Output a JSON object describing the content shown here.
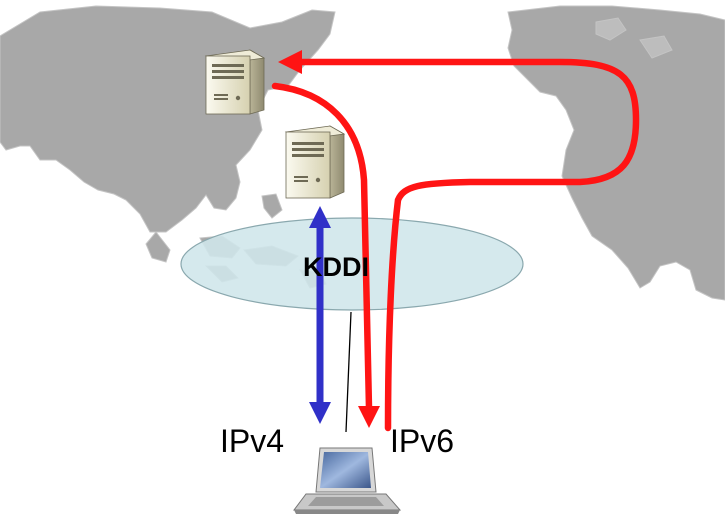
{
  "network": {
    "name": "KDDI"
  },
  "labels": {
    "left": "IPv4",
    "right": "IPv6"
  },
  "icons": {
    "server_top": "server-icon",
    "server_lower": "server-icon",
    "laptop": "laptop-icon"
  },
  "colors": {
    "ipv4_path": "#3030c8",
    "ipv6_path": "#ff1414",
    "cloud_fill": "#cfe6ea",
    "map_land": "#a8a8a8"
  }
}
